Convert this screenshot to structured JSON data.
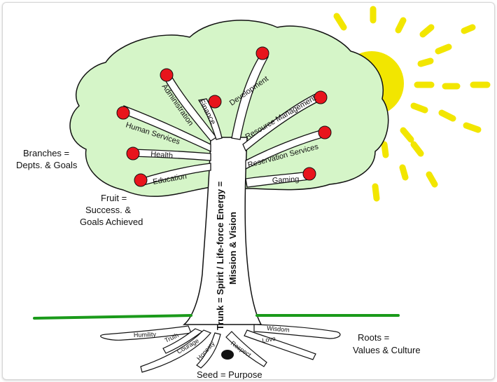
{
  "captions": {
    "branches_line1": "Branches =",
    "branches_line2": "Depts. & Goals",
    "fruit_line1": "Fruit =",
    "fruit_line2": "Success. &",
    "fruit_line3": "Goals Achieved",
    "roots_line1": "Roots =",
    "roots_line2": "Values & Culture",
    "seed": "Seed = Purpose"
  },
  "trunk": {
    "line1": "Trunk = Spirit / Life-force Energy =",
    "line2": "Mission & Vision"
  },
  "branches": {
    "administration": "Administration",
    "finance": "Finance",
    "development": "Development",
    "resource_management": "Resource Management",
    "human_services": "Human Services",
    "reservation_services": "Reservation Services",
    "health": "Health",
    "education": "Education",
    "gaming": "Gaming"
  },
  "roots": {
    "humility": "Humility",
    "truth": "Truth",
    "courage": "Courage",
    "honesty": "Honesty",
    "respect": "Respect",
    "wisdom": "Wisdom",
    "love": "Love"
  },
  "colors": {
    "canopy": "#d5f5c8",
    "fruit": "#e8141c",
    "sun": "#f2e600",
    "ground": "#1a9a1a",
    "seed": "#111111"
  }
}
